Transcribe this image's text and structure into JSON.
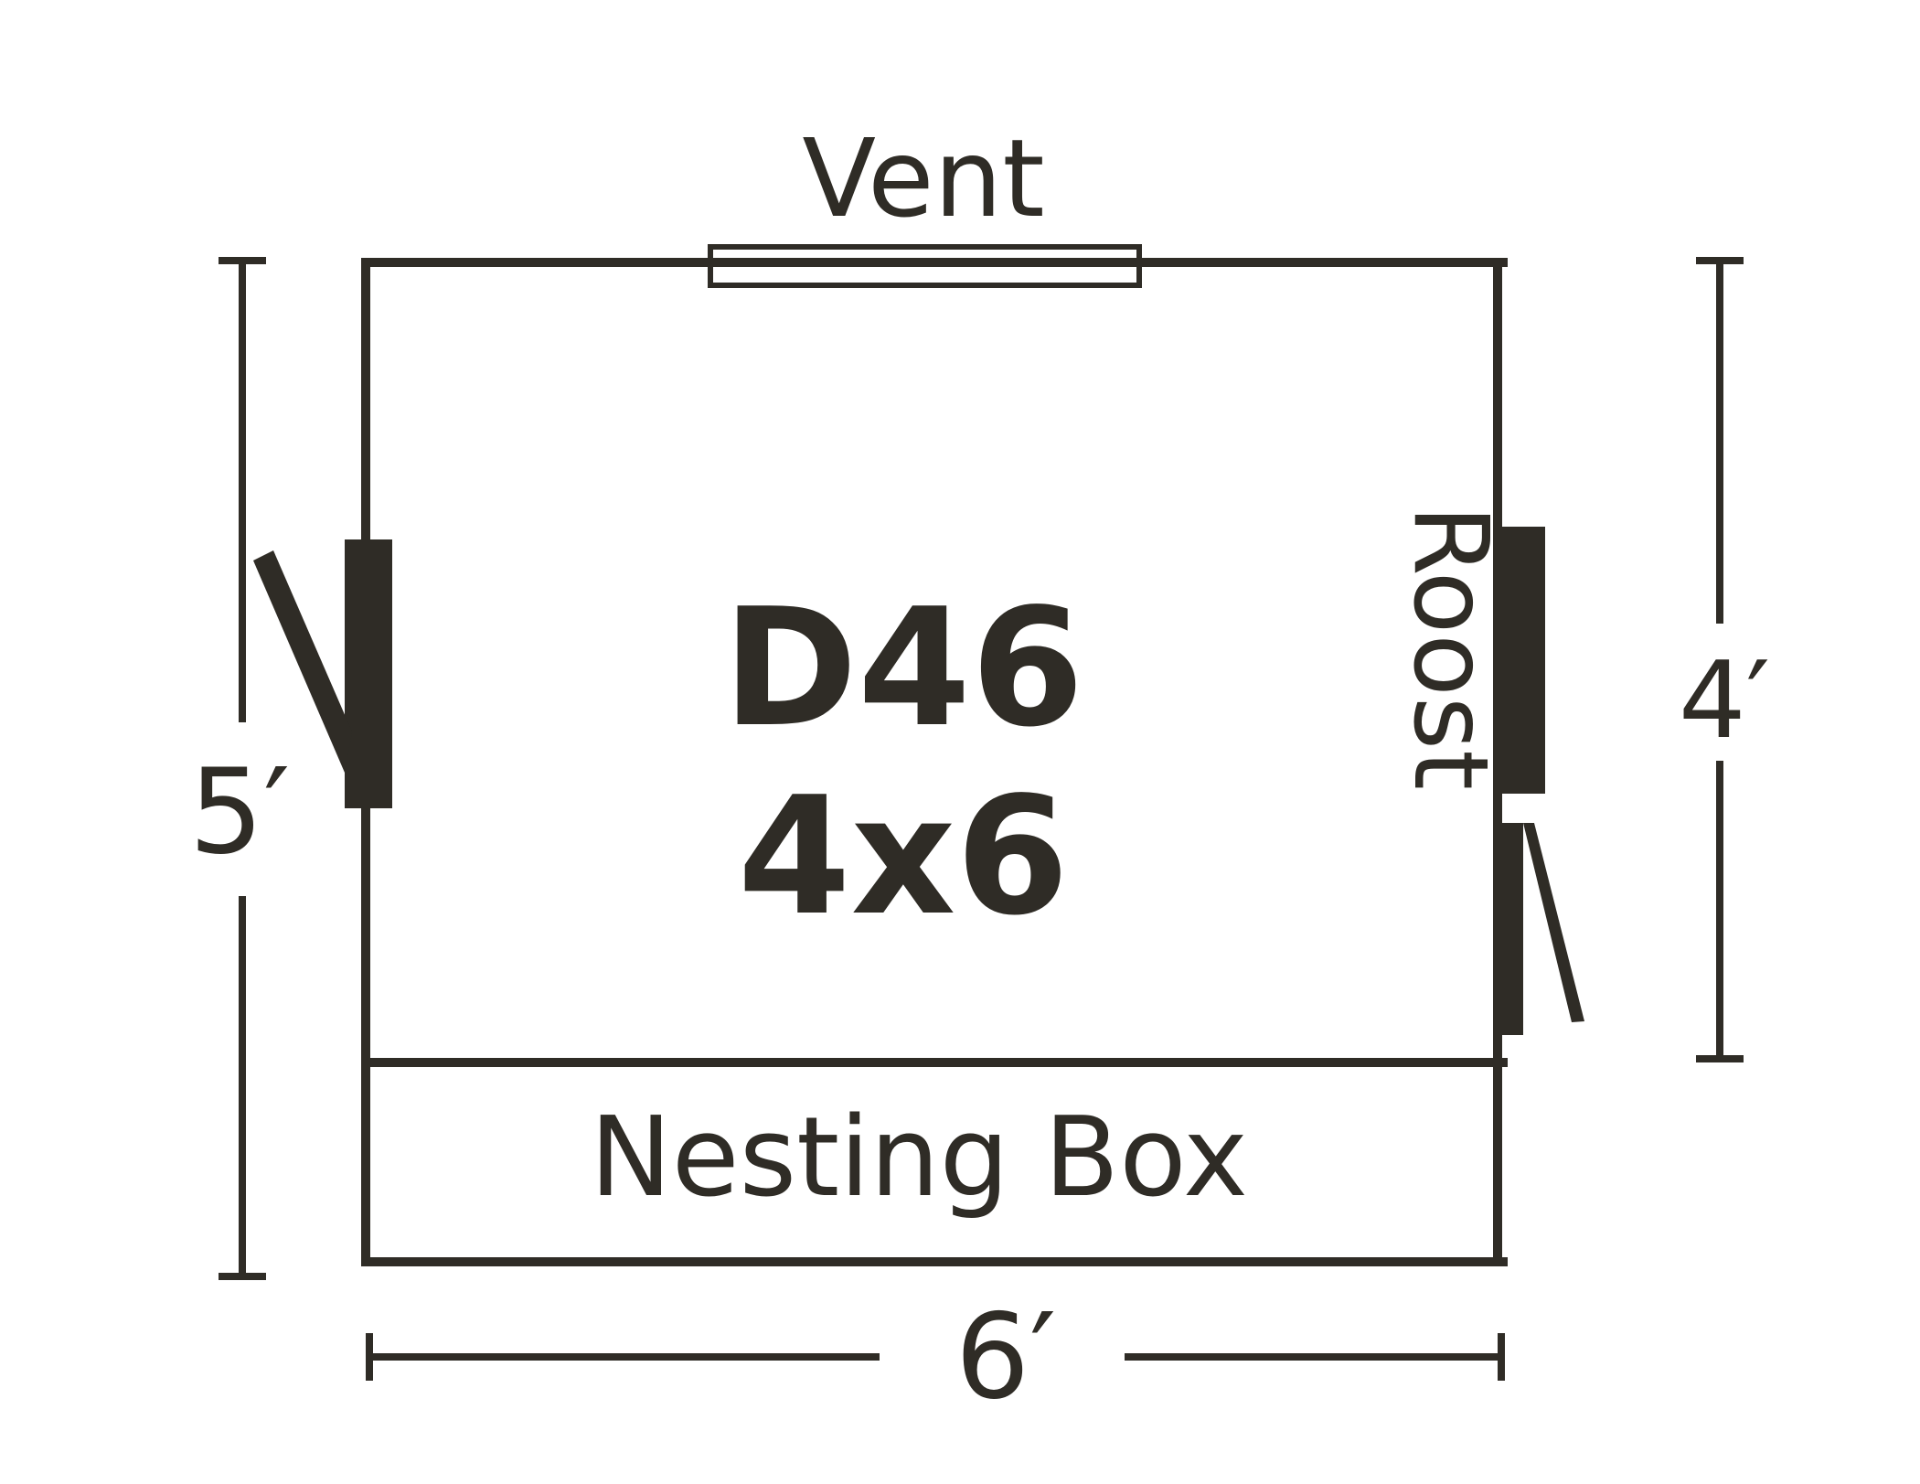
{
  "plan": {
    "model_code": "D46",
    "size_label": "4x6",
    "vent_label": "Vent",
    "roost_label": "Roost",
    "nesting_box_label": "Nesting Box"
  },
  "dimensions": {
    "left_height": "5′",
    "right_height": "4′",
    "bottom_width": "6′"
  },
  "colors": {
    "ink": "#2f2c26",
    "background": "#ffffff"
  }
}
